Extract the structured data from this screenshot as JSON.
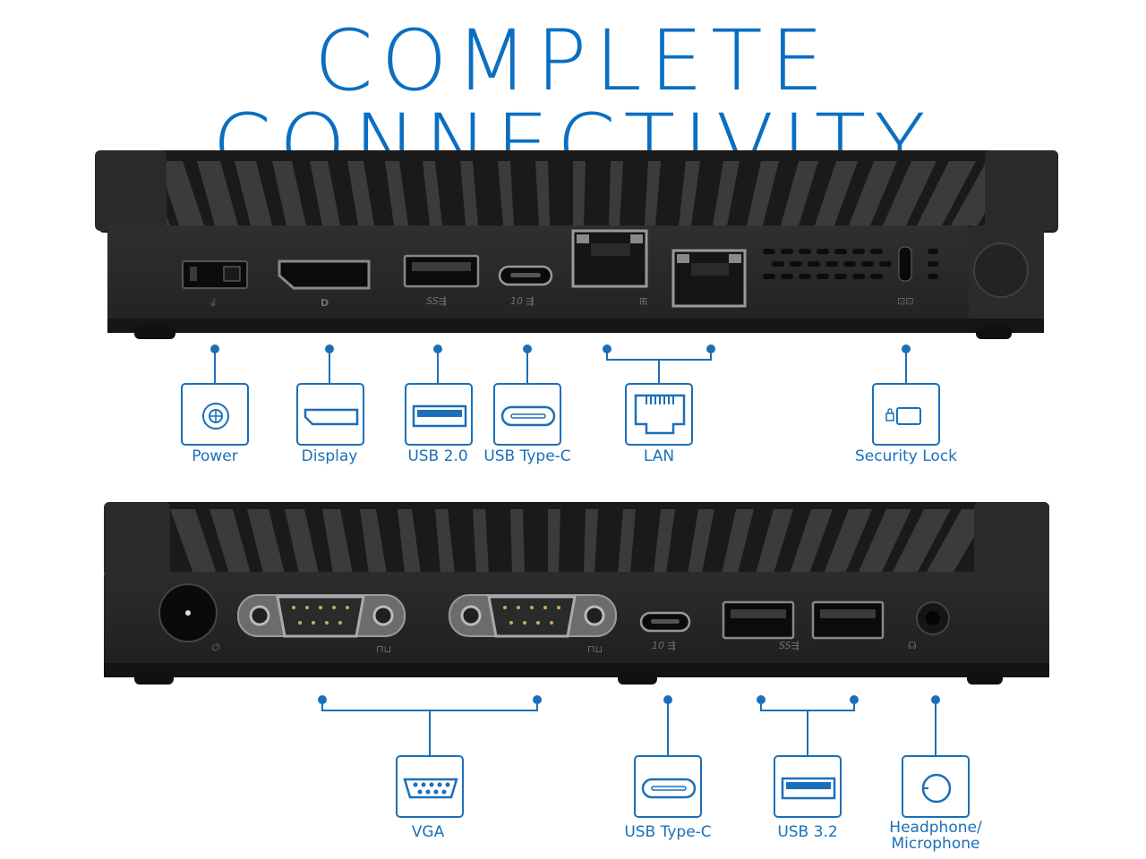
{
  "title": "COMPLETE CONNECTIVITY",
  "accent_color": "#1b6fb8",
  "top_labels": {
    "power": "Power",
    "display": "Display",
    "usb20": "USB 2.0",
    "usbc": "USB Type-C",
    "lan": "LAN",
    "security": "Security Lock"
  },
  "bottom_labels": {
    "vga": "VGA",
    "usbc": "USB Type-C",
    "usb32": "USB 3.2",
    "audio_line1": "Headphone/",
    "audio_line2": "Microphone"
  },
  "port_markings": {
    "usb_ss": "SS",
    "usb_10": "10"
  },
  "icons": {
    "power": "power-connector-icon",
    "display": "displayport-icon",
    "usb": "usb-a-icon",
    "usbc": "usb-c-icon",
    "lan": "ethernet-icon",
    "security": "lock-slot-icon",
    "vga": "serial-port-icon",
    "audio": "audio-jack-icon"
  }
}
